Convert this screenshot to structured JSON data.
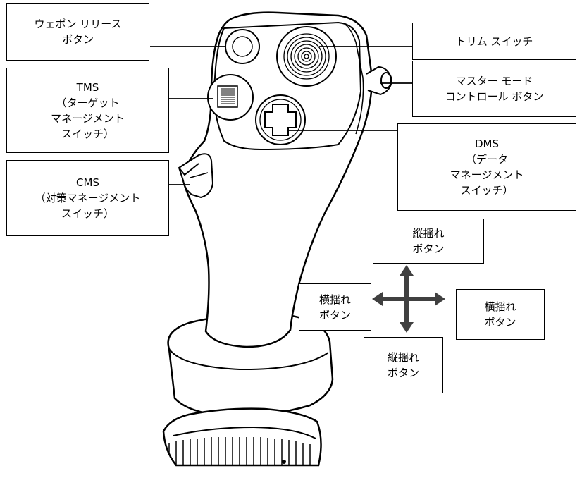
{
  "labels": {
    "weapon_release": "ウェポン リリース\nボタン",
    "trim_switch": "トリム スイッチ",
    "master_mode": "マスター モード\nコントロール ボタン",
    "tms": "TMS\n（ターゲット\nマネージメント\nスイッチ）",
    "dms": "DMS\n（データ\nマネージメント\nスイッチ）",
    "cms": "CMS\n（対策マネージメント\nスイッチ）",
    "pitch_up": "縦揺れ\nボタン",
    "pitch_down": "縦揺れ\nボタン",
    "yaw_left": "横揺れ\nボタン",
    "yaw_right": "横揺れ\nボタン"
  },
  "colors": {
    "line": "#000000",
    "arrow": "#404040",
    "background": "#ffffff"
  }
}
